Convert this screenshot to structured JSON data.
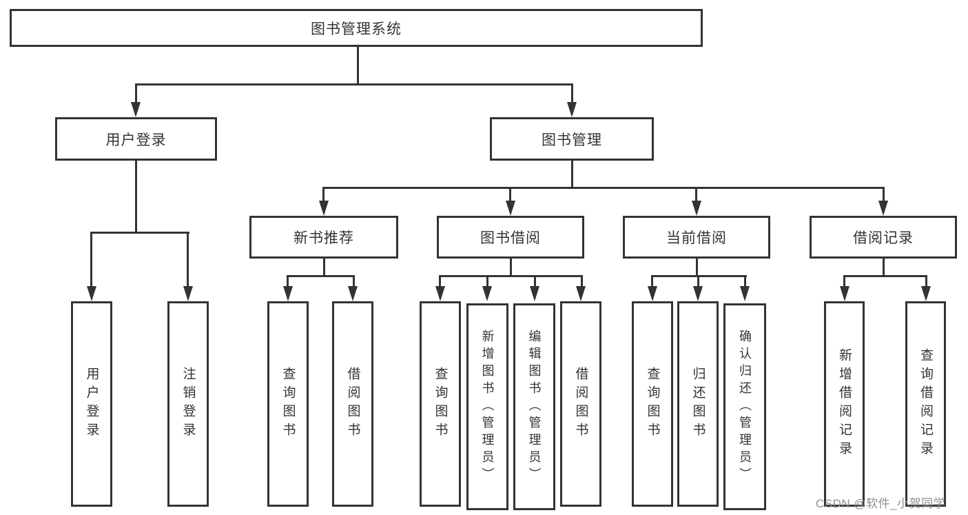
{
  "diagram": {
    "root": {
      "label": "图书管理系统"
    },
    "level2": [
      {
        "id": "user-login",
        "label": "用户登录"
      },
      {
        "id": "book-management",
        "label": "图书管理"
      }
    ],
    "level3": [
      {
        "id": "new-book-recommend",
        "label": "新书推荐"
      },
      {
        "id": "book-borrow",
        "label": "图书借阅"
      },
      {
        "id": "current-borrow",
        "label": "当前借阅"
      },
      {
        "id": "borrow-records",
        "label": "借阅记录"
      }
    ],
    "leaves": [
      {
        "id": "user-login",
        "label": "用户登录"
      },
      {
        "id": "logout",
        "label": "注销登录"
      },
      {
        "id": "query-books-recommend",
        "label": "查询图书"
      },
      {
        "id": "borrow-books-recommend",
        "label": "借阅图书"
      },
      {
        "id": "query-books-borrow",
        "label": "查询图书"
      },
      {
        "id": "add-book-admin",
        "label": "新增图书（管理员）"
      },
      {
        "id": "edit-book-admin",
        "label": "编辑图书（管理员）"
      },
      {
        "id": "borrow-books-borrow",
        "label": "借阅图书"
      },
      {
        "id": "query-books-current",
        "label": "查询图书"
      },
      {
        "id": "return-books",
        "label": "归还图书"
      },
      {
        "id": "confirm-return-admin",
        "label": "确认归还（管理员）"
      },
      {
        "id": "add-borrow-record",
        "label": "新增借阅记录"
      },
      {
        "id": "query-borrow-record",
        "label": "查询借阅记录"
      }
    ]
  },
  "watermark": {
    "text": "CSDN @软件_小贺同学"
  },
  "colors": {
    "line": "#333333",
    "text": "#333333",
    "watermark": "#8f8f8f",
    "background": "#ffffff"
  }
}
